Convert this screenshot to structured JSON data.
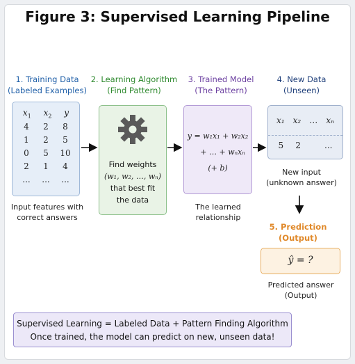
{
  "title": "Figure 3: Supervised Learning Pipeline",
  "colors": {
    "blue": "#1f5fa8",
    "green": "#2f8a2f",
    "purple": "#6b3fa0",
    "navy": "#1f3f7a",
    "orange": "#e0892a"
  },
  "stages": {
    "training": {
      "heading1": "1. Training Data",
      "heading2": "(Labeled Examples)",
      "table_headers": [
        "x",
        "x",
        "y"
      ],
      "header_subscripts": [
        "1",
        "2",
        ""
      ],
      "rows": [
        [
          "4",
          "2",
          "8"
        ],
        [
          "1",
          "2",
          "5"
        ],
        [
          "0",
          "5",
          "10"
        ],
        [
          "2",
          "1",
          "4"
        ],
        [
          "...",
          "...",
          "..."
        ]
      ],
      "caption1": "Input features with",
      "caption2": "correct answers"
    },
    "algorithm": {
      "heading1": "2. Learning Algorithm",
      "heading2": "(Find Pattern)",
      "icon": "gear-icon",
      "text1": "Find weights",
      "weights": "(w₁, w₂, …, wₙ)",
      "text2": "that best fit",
      "text3": "the data"
    },
    "model": {
      "heading1": "3. Trained Model",
      "heading2": "(The Pattern)",
      "line1": "y = w₁x₁ + w₂x₂",
      "line2": "+ … + wₙxₙ",
      "line3": "(+ b)",
      "caption1": "The learned",
      "caption2": "relationship"
    },
    "new_data": {
      "heading1": "4. New Data",
      "heading2": "(Unseen)",
      "headers": [
        "x₁",
        "x₂",
        "…",
        "xₙ"
      ],
      "values": [
        "5",
        "2",
        "",
        "..."
      ],
      "caption1": "New input",
      "caption2": "(unknown answer)"
    },
    "prediction": {
      "heading1": "5. Prediction",
      "heading2": "(Output)",
      "formula": "ŷ = ?",
      "caption1": "Predicted answer",
      "caption2": "(Output)"
    }
  },
  "summary": {
    "line1": "Supervised Learning = Labeled Data + Pattern Finding Algorithm",
    "line2": "Once trained, the model can predict on new, unseen data!"
  }
}
